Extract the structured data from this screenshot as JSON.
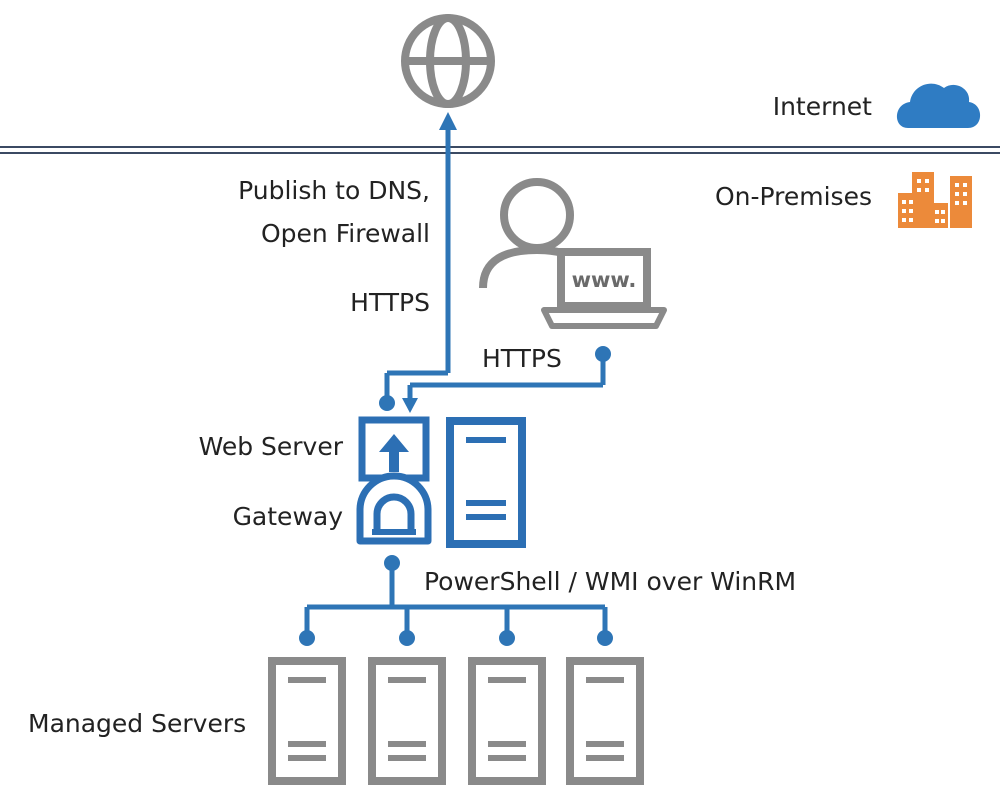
{
  "zones": {
    "internet": "Internet",
    "on_premises": "On-Premises"
  },
  "labels": {
    "publish_line1": "Publish to DNS,",
    "publish_line2": "Open Firewall",
    "https_outbound": "HTTPS",
    "https_user": "HTTPS",
    "web_server": "Web Server",
    "gateway": "Gateway",
    "protocol": "PowerShell / WMI over WinRM",
    "managed_servers": "Managed Servers",
    "browser_text": "www."
  },
  "colors": {
    "connector_blue": "#2e75b6",
    "node_blue": "#2c6fb4",
    "icon_gray": "#8a8a8a",
    "cloud_blue": "#2f7cc3",
    "buildings_orange": "#ec8a3a",
    "text": "#222222"
  },
  "icons": {
    "globe": "globe-icon",
    "cloud": "cloud-icon",
    "buildings": "buildings-icon",
    "user": "user-icon",
    "laptop": "laptop-icon",
    "web_server": "web-server-upload-icon",
    "gateway": "gateway-icon",
    "server": "server-icon"
  }
}
